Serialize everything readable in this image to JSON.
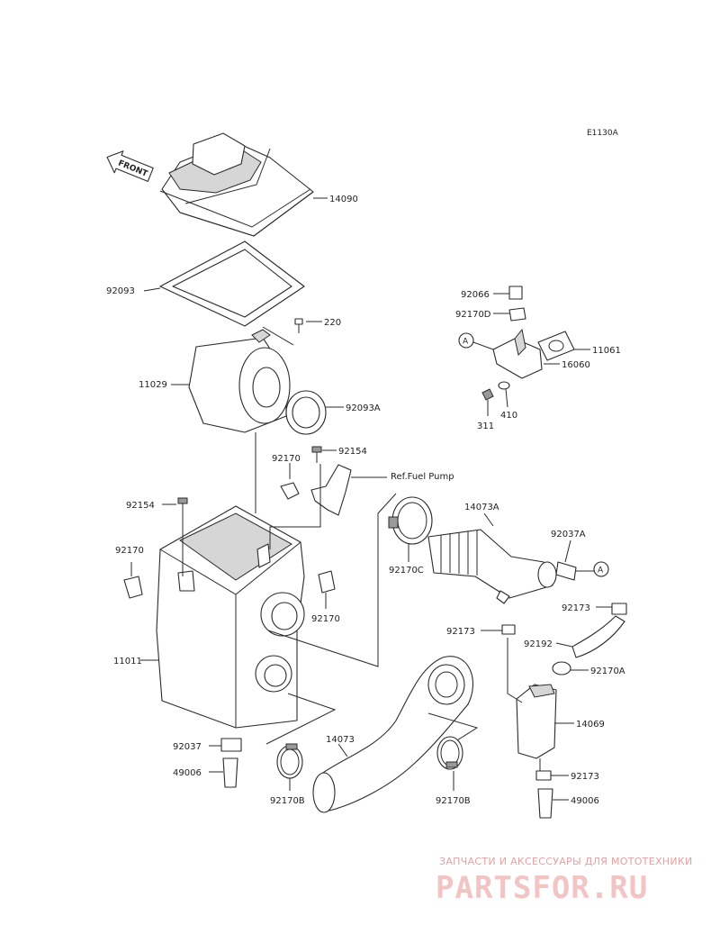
{
  "diagram_code": "E1130A",
  "front_label": "FRONT",
  "parts": [
    {
      "id": "14090"
    },
    {
      "id": "92093"
    },
    {
      "id": "220"
    },
    {
      "id": "11029"
    },
    {
      "id": "92093A"
    },
    {
      "id": "92154"
    },
    {
      "id": "92170"
    },
    {
      "id": "92154"
    },
    {
      "id": "92170"
    },
    {
      "id": "92170"
    },
    {
      "id": "11011"
    },
    {
      "id": "92037"
    },
    {
      "id": "49006"
    },
    {
      "id": "92170B"
    },
    {
      "id": "14073"
    },
    {
      "id": "92170B"
    },
    {
      "id": "92170C"
    },
    {
      "id": "14073A"
    },
    {
      "id": "92037A"
    },
    {
      "id": "92173"
    },
    {
      "id": "92173"
    },
    {
      "id": "92192"
    },
    {
      "id": "92170A"
    },
    {
      "id": "14069"
    },
    {
      "id": "92173"
    },
    {
      "id": "49006"
    },
    {
      "id": "92066"
    },
    {
      "id": "92170D"
    },
    {
      "id": "11061"
    },
    {
      "id": "16060"
    },
    {
      "id": "311"
    },
    {
      "id": "410"
    }
  ],
  "ref_note": "Ref.Fuel Pump",
  "callouts": [
    "A",
    "A"
  ],
  "watermark": {
    "line1": "ЗАПЧАСТИ И АКСЕССУАРЫ ДЛЯ МОТОТЕХНИКИ",
    "logo": "PARTSFOR.RU"
  }
}
